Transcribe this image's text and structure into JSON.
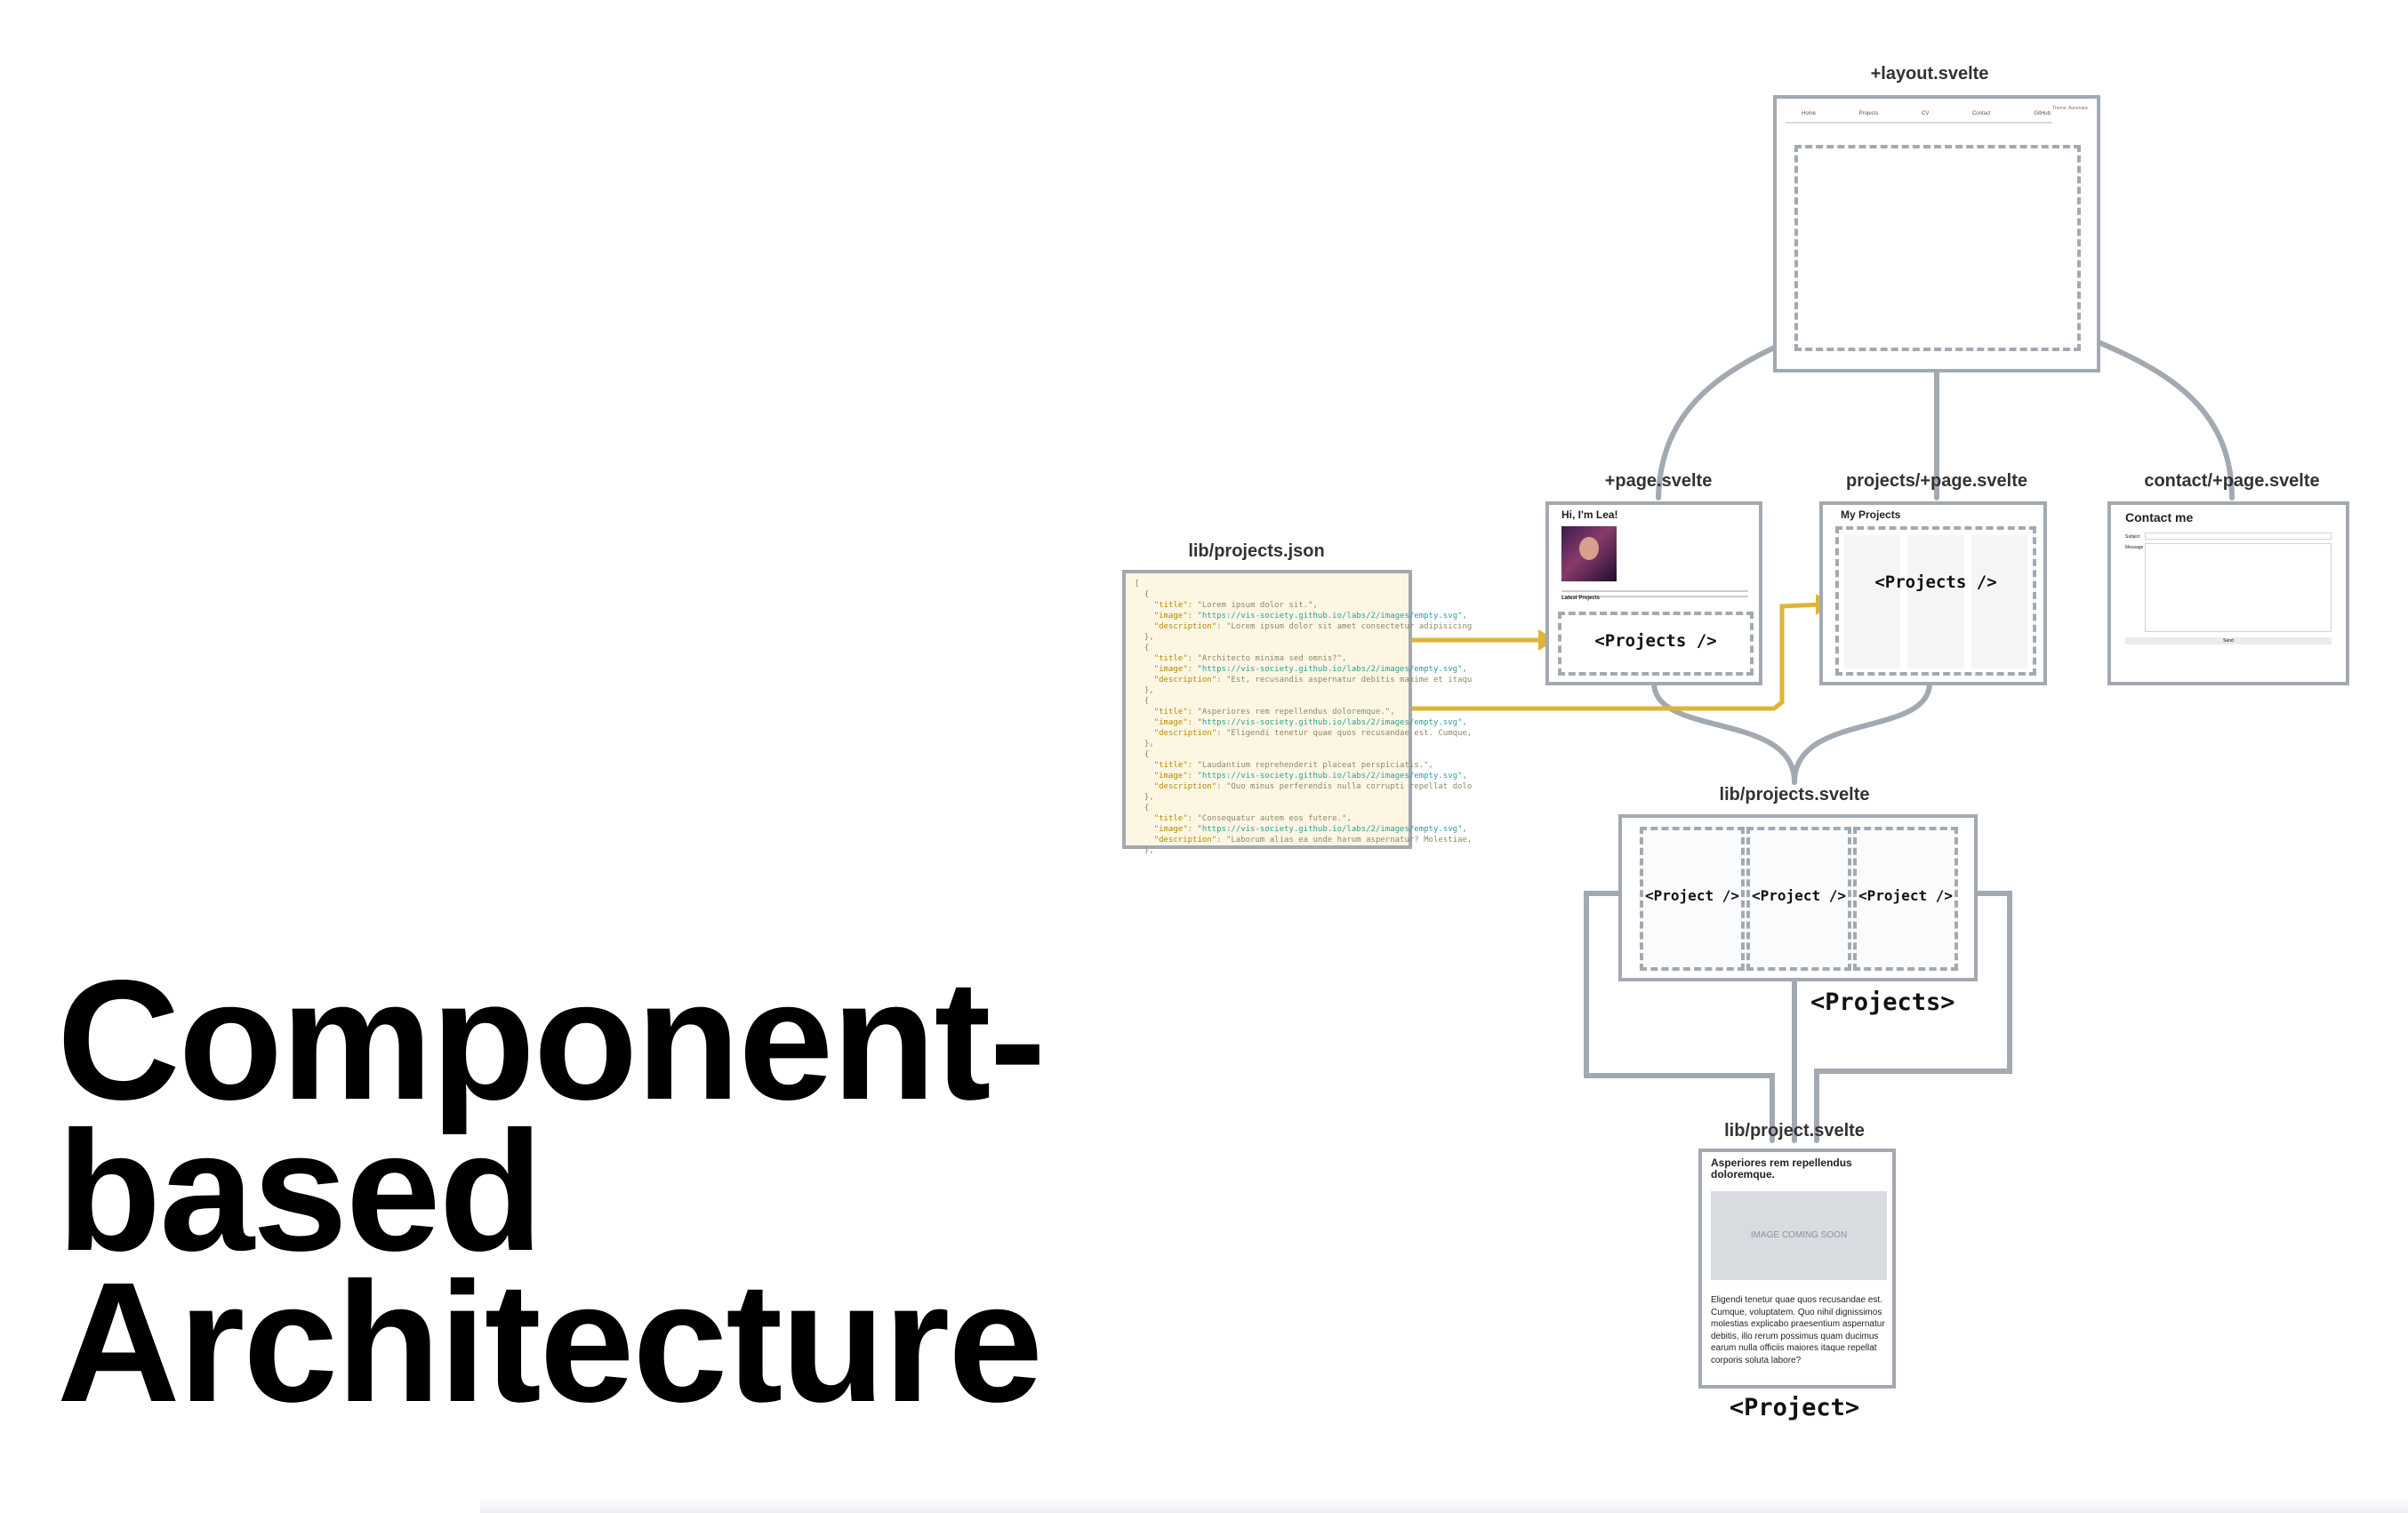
{
  "title": {
    "line1": "Component-",
    "line2": "based",
    "line3": "Architecture"
  },
  "files": {
    "layout": "+layout.svelte",
    "page": "+page.svelte",
    "projects_page": "projects/+page.svelte",
    "contact_page": "contact/+page.svelte",
    "projects_json": "lib/projects.json",
    "projects_component": "lib/projects.svelte",
    "project_component": "lib/project.svelte"
  },
  "tags": {
    "projects": "<Projects />",
    "projects_label": "<Projects>",
    "project": "<Project />",
    "project_label": "<Project>"
  },
  "layout_nav": [
    "Home",
    "Projects",
    "CV",
    "Contact",
    "GitHub"
  ],
  "layout_theme": "Theme: Automatic",
  "home": {
    "heading": "Hi, I'm Lea!",
    "latest": "Latest Projects"
  },
  "projects_page": {
    "heading": "My Projects"
  },
  "contact": {
    "heading": "Contact me",
    "subject_label": "Subject",
    "message_label": "Message",
    "submit_label": "Send"
  },
  "project_card": {
    "title": "Asperiores rem repellendus doloremque.",
    "image_placeholder": "IMAGE COMING SOON",
    "description": "Eligendi tenetur quae quos recusandae est. Cumque, voluptatem. Quo nihil dignissimos molestias explicabo praesentium aspernatur debitis, illo rerum possimus quam ducimus earum nulla officiis maiores itaque repellat corporis soluta labore?"
  },
  "json_entries": [
    {
      "title": "\"Lorem ipsum dolor sit.\",",
      "image": "\"https://vis-society.github.io/labs/2/images/empty.svg\",",
      "description": "\"Lorem ipsum dolor sit amet consectetur adipisicing"
    },
    {
      "title": "\"Architecto minima sed omnis?\",",
      "image": "\"https://vis-society.github.io/labs/2/images/empty.svg\",",
      "description": "\"Est, recusandis aspernatur debitis maxime et itaqu"
    },
    {
      "title": "\"Asperiores rem repellendus doloremque.\",",
      "image": "\"https://vis-society.github.io/labs/2/images/empty.svg\",",
      "description": "\"Eligendi tenetur quae quos recusandae est. Cumque,"
    },
    {
      "title": "\"Laudantium reprehenderit placeat perspiciatis.\",",
      "image": "\"https://vis-society.github.io/labs/2/images/empty.svg\",",
      "description": "\"Quo minus perferendis nulla corrupti repellat dolo"
    },
    {
      "title": "\"Consequatur autem eos futere.\",",
      "image": "\"https://vis-society.github.io/labs/2/images/empty.svg\",",
      "description": "\"Laborum alias ea unde harum aspernatur? Molestiae,"
    }
  ],
  "json_keys": {
    "title": "\"title\":",
    "image": "\"image\":",
    "description": "\"description\":"
  },
  "colors": {
    "connector": "#a3a9b1",
    "data_flow": "#ddb53a",
    "json_background": "#fcf6e3",
    "image_placeholder": "#d8dbe0"
  }
}
